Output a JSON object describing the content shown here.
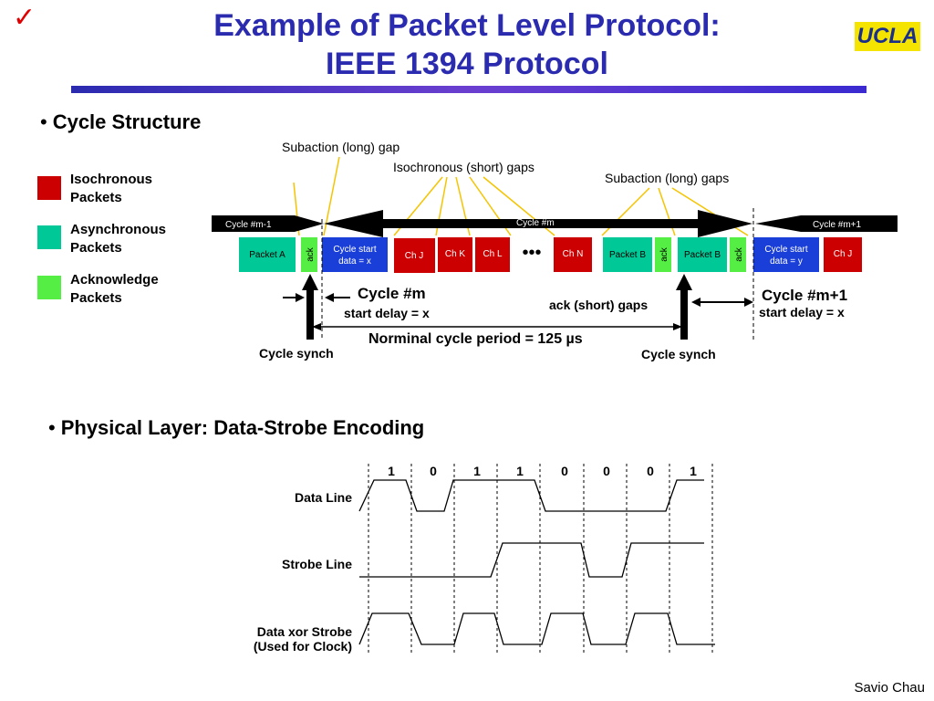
{
  "header": {
    "check_glyph": "✓",
    "title_line1": "Example of Packet Level Protocol:",
    "title_line2": "IEEE 1394 Protocol",
    "logo_text": "UCLA"
  },
  "section1": {
    "bullet": "•",
    "title": "Cycle Structure"
  },
  "legend": [
    {
      "line1": "Isochronous",
      "line2": "Packets",
      "color": "#cc0000"
    },
    {
      "line1": "Asynchronous",
      "line2": "Packets",
      "color": "#00c896"
    },
    {
      "line1": "Acknowledge",
      "line2": "Packets",
      "color": "#55ee44"
    }
  ],
  "cycle": {
    "annot_subaction_gap": "Subaction (long) gap",
    "annot_iso_gaps": "Isochronous (short) gaps",
    "annot_subaction_gaps": "Subaction (long) gaps",
    "arrow_prev": "Cycle #m-1",
    "arrow_cur": "Cycle #m",
    "arrow_next": "Cycle #m+1",
    "packets": {
      "packet_a": "Packet A",
      "ack1": "ack",
      "cs1_line1": "Cycle start",
      "cs1_line2": "data = x",
      "ch_j1": "Ch J",
      "ch_k": "Ch K",
      "ch_l": "Ch L",
      "ellipsis": "•••",
      "ch_n": "Ch N",
      "packet_b1": "Packet B",
      "ack2": "ack",
      "packet_b2": "Packet B",
      "ack3": "ack",
      "cs2_line1": "Cycle start",
      "cs2_line2": "data = y",
      "ch_j2": "Ch J"
    },
    "cycle_m_title": "Cycle #m",
    "cycle_m_delay": "start delay = x",
    "cycle_m1_title": "Cycle #m+1",
    "cycle_m1_delay": "start delay = x",
    "ack_gaps": "ack (short) gaps",
    "nominal": "Norminal cycle period = 125 µs",
    "synch_left": "Cycle synch",
    "synch_right": "Cycle synch"
  },
  "section2": {
    "bullet": "•",
    "title": "Physical Layer: Data-Strobe Encoding"
  },
  "timing": {
    "bits": [
      "1",
      "0",
      "1",
      "1",
      "0",
      "0",
      "0",
      "1"
    ],
    "data_label": "Data Line",
    "strobe_label": "Strobe Line",
    "xor_label_line1": "Data xor Strobe",
    "xor_label_line2": "(Used for Clock)"
  },
  "footer": {
    "author": "Savio Chau"
  }
}
